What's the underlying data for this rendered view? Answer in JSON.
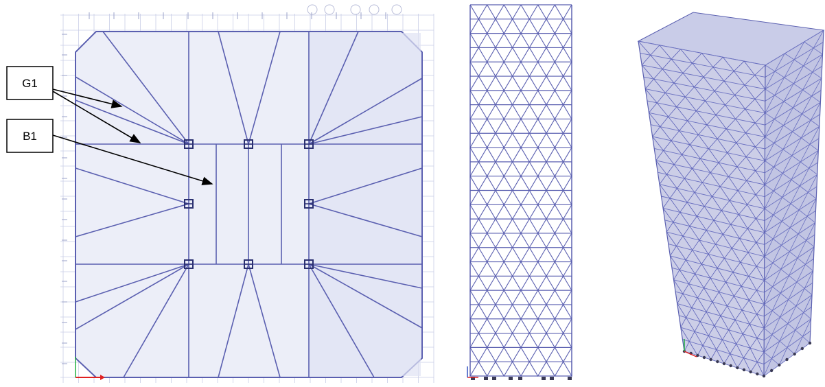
{
  "callouts": [
    {
      "id": "g1",
      "text": "G1"
    },
    {
      "id": "b1",
      "text": "B1"
    }
  ],
  "colors": {
    "frame_line": "#5a5fb0",
    "grid_line": "#c8cde6",
    "slab_fill": "#e7e9f6",
    "support": "#3a3a55",
    "axis_x": "#e02020",
    "axis_y": "#20b040",
    "arrow": "#000000"
  },
  "elevation": {
    "stories": 26,
    "bays": 6
  },
  "tower_3d": {
    "stories": 26
  }
}
